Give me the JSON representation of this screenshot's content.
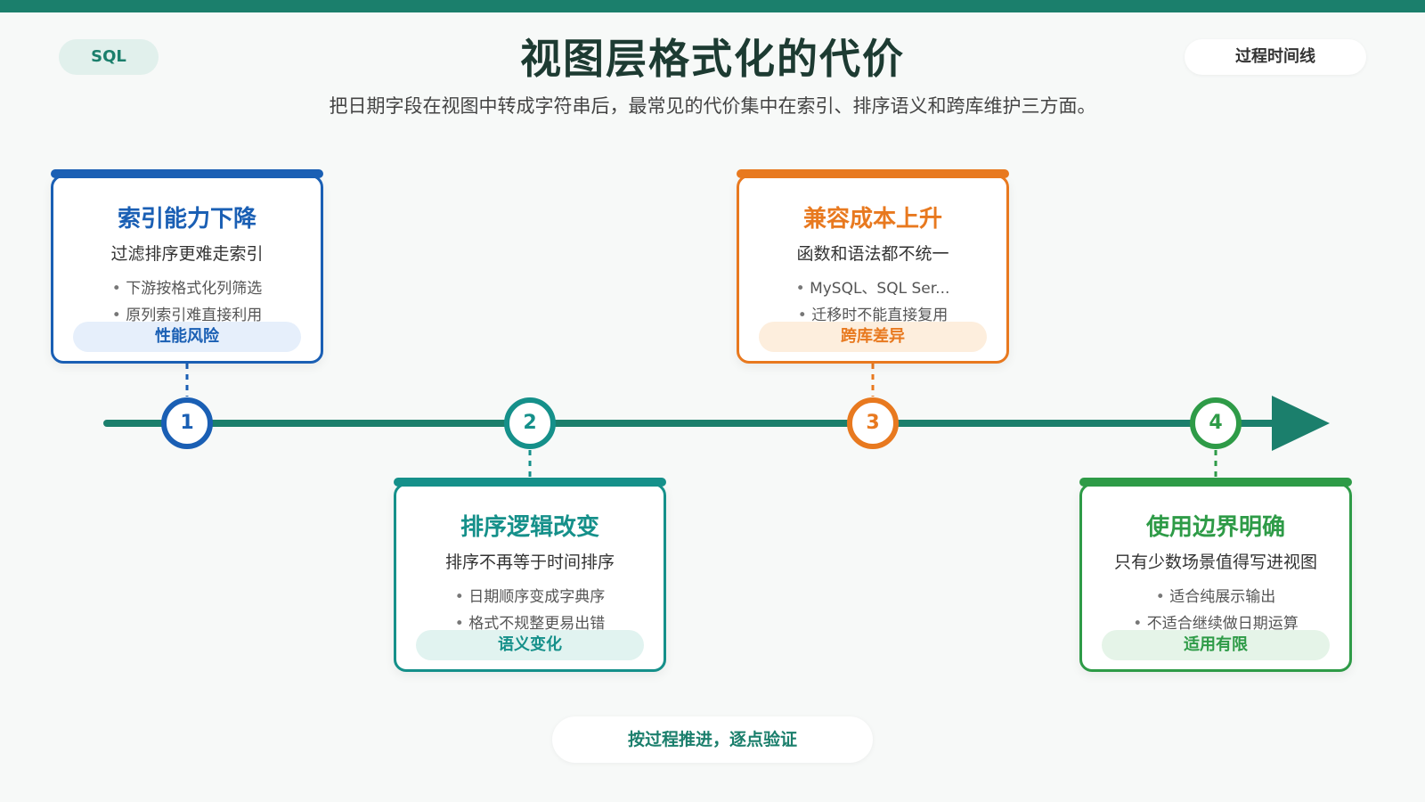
{
  "tag": "SQL",
  "mode": "过程时间线",
  "title": "视图层格式化的代价",
  "subtitle": "把日期字段在视图中转成字符串后，最常见的代价集中在索引、排序语义和跨库维护三方面。",
  "colors": {
    "spine": "#1b7f6c",
    "blue": "#1a5fb4",
    "teal": "#15908a",
    "orange": "#e8791f",
    "green": "#2e9b47"
  },
  "steps": [
    {
      "number": "1",
      "title": "索引能力下降",
      "subtitle": "过滤排序更难走索引",
      "bullets": [
        "下游按格式化列筛选",
        "原列索引难直接利用"
      ],
      "badge": "性能风险",
      "color": "#1a5fb4",
      "badge_bg": "#e6effb"
    },
    {
      "number": "2",
      "title": "排序逻辑改变",
      "subtitle": "排序不再等于时间排序",
      "bullets": [
        "日期顺序变成字典序",
        "格式不规整更易出错"
      ],
      "badge": "语义变化",
      "color": "#15908a",
      "badge_bg": "#e1f3f0"
    },
    {
      "number": "3",
      "title": "兼容成本上升",
      "subtitle": "函数和语法都不统一",
      "bullets": [
        "MySQL、SQL Ser...",
        "迁移时不能直接复用"
      ],
      "badge": "跨库差异",
      "color": "#e8791f",
      "badge_bg": "#fdeedd"
    },
    {
      "number": "4",
      "title": "使用边界明确",
      "subtitle": "只有少数场景值得写进视图",
      "bullets": [
        "适合纯展示输出",
        "不适合继续做日期运算"
      ],
      "badge": "适用有限",
      "color": "#2e9b47",
      "badge_bg": "#e5f4e8"
    }
  ],
  "footer": "按过程推进，逐点验证"
}
